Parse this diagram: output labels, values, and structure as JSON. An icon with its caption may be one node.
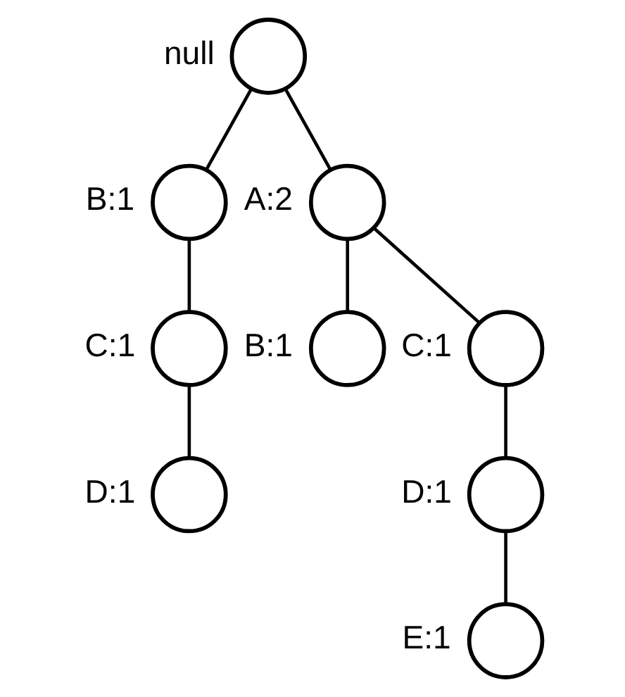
{
  "diagram": {
    "nodes": [
      {
        "text": [],
        "shape": "circle",
        "beside": [
          "null"
        ]
      },
      {
        "text": [],
        "shape": "circle",
        "beside": [
          "B:1"
        ]
      },
      {
        "text": [],
        "shape": "circle",
        "beside": [
          "C:1"
        ]
      },
      {
        "text": [],
        "shape": "circle",
        "beside": [
          "D:1"
        ]
      },
      {
        "text": [],
        "shape": "circle",
        "beside": [
          "A:2"
        ]
      },
      {
        "text": [],
        "shape": "circle",
        "beside": [
          "B:1"
        ]
      },
      {
        "text": [],
        "shape": "circle",
        "beside": [
          "C:1"
        ]
      },
      {
        "text": [],
        "shape": "circle",
        "beside": [
          "D:1"
        ]
      },
      {
        "text": [],
        "shape": "circle",
        "beside": [
          "E:1"
        ]
      }
    ],
    "edges": [
      {
        "from": 0,
        "to": 1,
        "arrow": "none"
      },
      {
        "from": 1,
        "to": 2,
        "arrow": "none"
      },
      {
        "from": 2,
        "to": 3,
        "arrow": "none"
      },
      {
        "from": 0,
        "to": 4,
        "arrow": "none"
      },
      {
        "from": 4,
        "to": 5,
        "arrow": "none"
      },
      {
        "from": 4,
        "to": 6,
        "arrow": "none"
      },
      {
        "from": 6,
        "to": 7,
        "arrow": "none"
      },
      {
        "from": 7,
        "to": 8,
        "arrow": "none"
      }
    ]
  }
}
